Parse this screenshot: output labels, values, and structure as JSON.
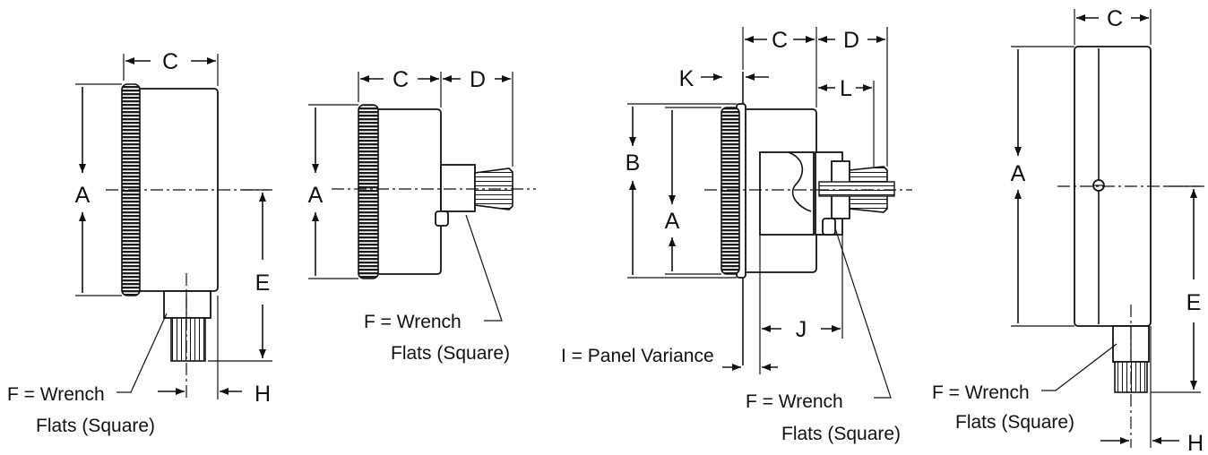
{
  "colors": {
    "ink": "#111111",
    "background": "#ffffff"
  },
  "views": {
    "bottom_mount": {
      "dim_a": "A",
      "dim_c": "C",
      "dim_e": "E",
      "dim_h": "H",
      "callout_line1": "F = Wrench",
      "callout_line2": "Flats (Square)"
    },
    "back_mount": {
      "dim_a": "A",
      "dim_c": "C",
      "dim_d": "D",
      "callout_line1": "F = Wrench",
      "callout_line2": "Flats (Square)"
    },
    "panel_mount": {
      "dim_a": "A",
      "dim_b": "B",
      "dim_c": "C",
      "dim_d": "D",
      "dim_j": "J",
      "dim_k": "K",
      "dim_l": "L",
      "panel_label": "I = Panel Variance",
      "callout_line1": "F = Wrench",
      "callout_line2": "Flats (Square)"
    },
    "large_bottom_mount": {
      "dim_a": "A",
      "dim_c": "C",
      "dim_e": "E",
      "dim_h": "H",
      "callout_line1": "F = Wrench",
      "callout_line2": "Flats (Square)"
    }
  }
}
